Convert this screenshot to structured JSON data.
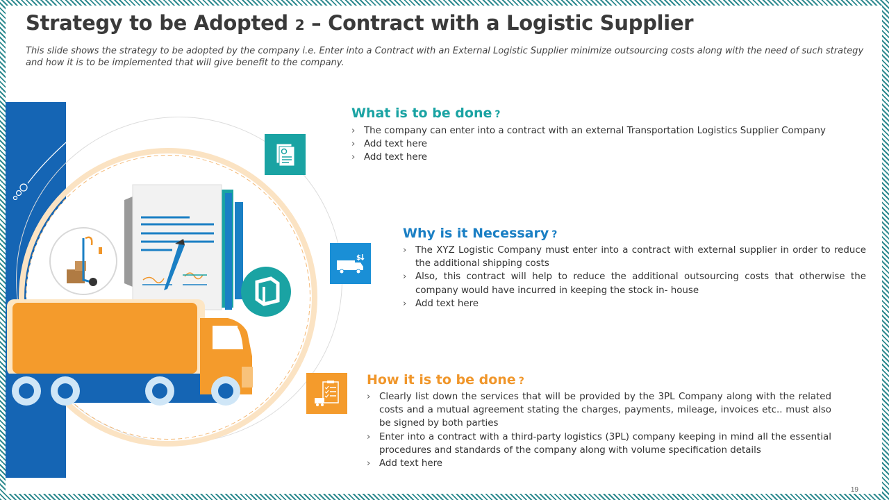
{
  "slide": {
    "title_part1": "Strategy to be Adopted",
    "title_num": "2",
    "title_part2": "– Contract with a Logistic Supplier",
    "subtitle": "This slide shows the strategy to be adopted by the company i.e. Enter into a Contract with an External Logistic Supplier minimize outsourcing costs along with the need of such strategy and how it is to be implemented that will give benefit to the company.",
    "page_number": "19"
  },
  "sections": [
    {
      "title": "What is to be done",
      "mark": "?",
      "color": "#1aa3a3",
      "icon": "document-icon",
      "bullets": [
        "The company can enter into a contract with an external Transportation Logistics Supplier Company",
        "Add text here",
        "Add text here"
      ]
    },
    {
      "title": "Why is it Necessary",
      "mark": "?",
      "color": "#1a7fc4",
      "icon": "truck-dollar-icon",
      "bullets": [
        "The XYZ Logistic Company must enter into a contract with external supplier in order to reduce the additional shipping costs",
        "Also, this contract will help to reduce the additional outsourcing costs that otherwise the company would have incurred in keeping the stock in- house",
        "Add text here"
      ]
    },
    {
      "title": "How it is to be done",
      "mark": "?",
      "color": "#f0962a",
      "icon": "checklist-truck-icon",
      "bullets": [
        "Clearly list down the services that will be provided by the 3PL Company along with the related costs and a mutual agreement stating the charges, payments, mileage, invoices etc.. must also be signed by both parties",
        "Enter into a contract with a third-party logistics (3PL) company keeping in mind all the essential procedures and standards of the company along with volume specification details",
        "Add text here"
      ]
    }
  ],
  "colors": {
    "teal": "#1aa3a3",
    "blue": "#1a7fc4",
    "dark_blue": "#1565b4",
    "orange": "#f0962a"
  }
}
